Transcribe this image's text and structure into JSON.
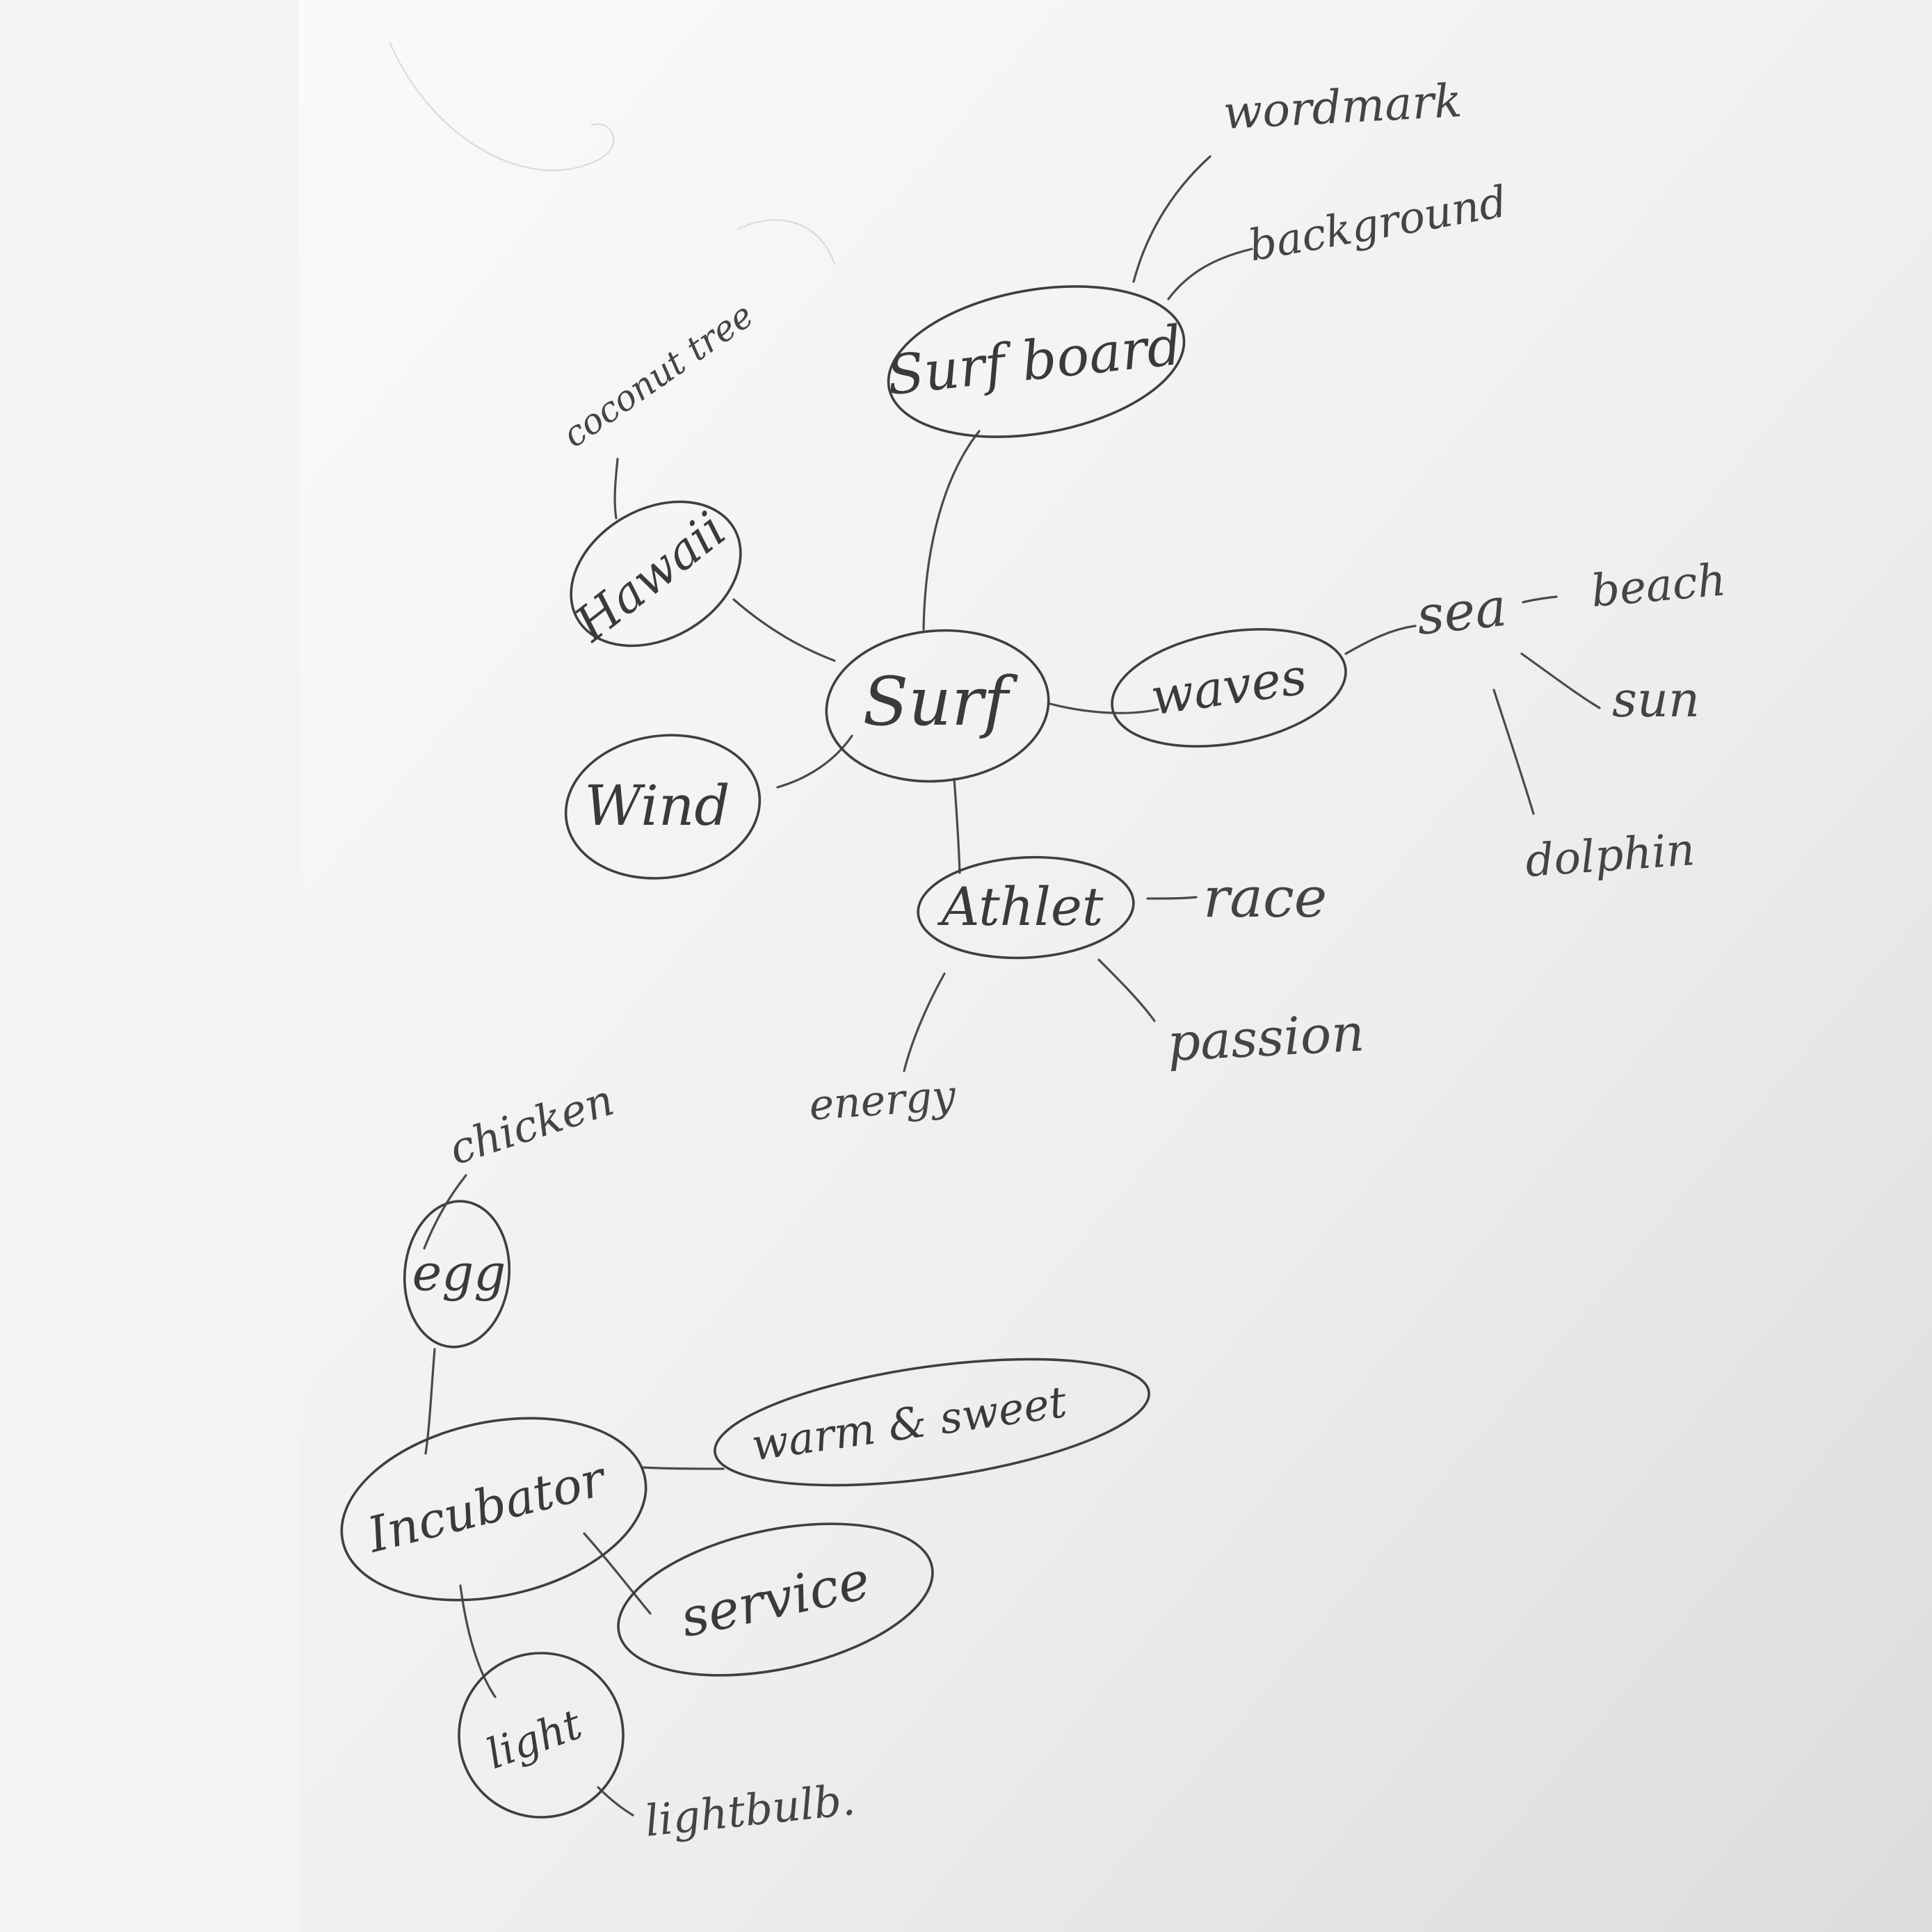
{
  "colors": {
    "paper_light": "#fafafa",
    "paper_dark": "#dcdcdc",
    "pencil": "#3f3f3f",
    "left_margin": "#f4f4f4"
  },
  "nodes": {
    "surf": "Surf",
    "surfboard": "Surf board",
    "hawaii": "Hawaii",
    "wind": "Wind",
    "waves": "waves",
    "athlet": "Athlet",
    "egg": "egg",
    "incubator": "Incubator",
    "warm_sweet": "warm & sweet",
    "service": "service",
    "light": "light"
  },
  "words": {
    "wordmark": "wordmark",
    "background": "background",
    "coconut_tree": "coconut tree",
    "sea": "sea",
    "beach": "beach",
    "sun": "sun",
    "dolphin": "dolphin",
    "race": "race",
    "passion": "passion",
    "energy": "energy",
    "chicken": "chicken",
    "lightbulb": "lightbulb."
  }
}
